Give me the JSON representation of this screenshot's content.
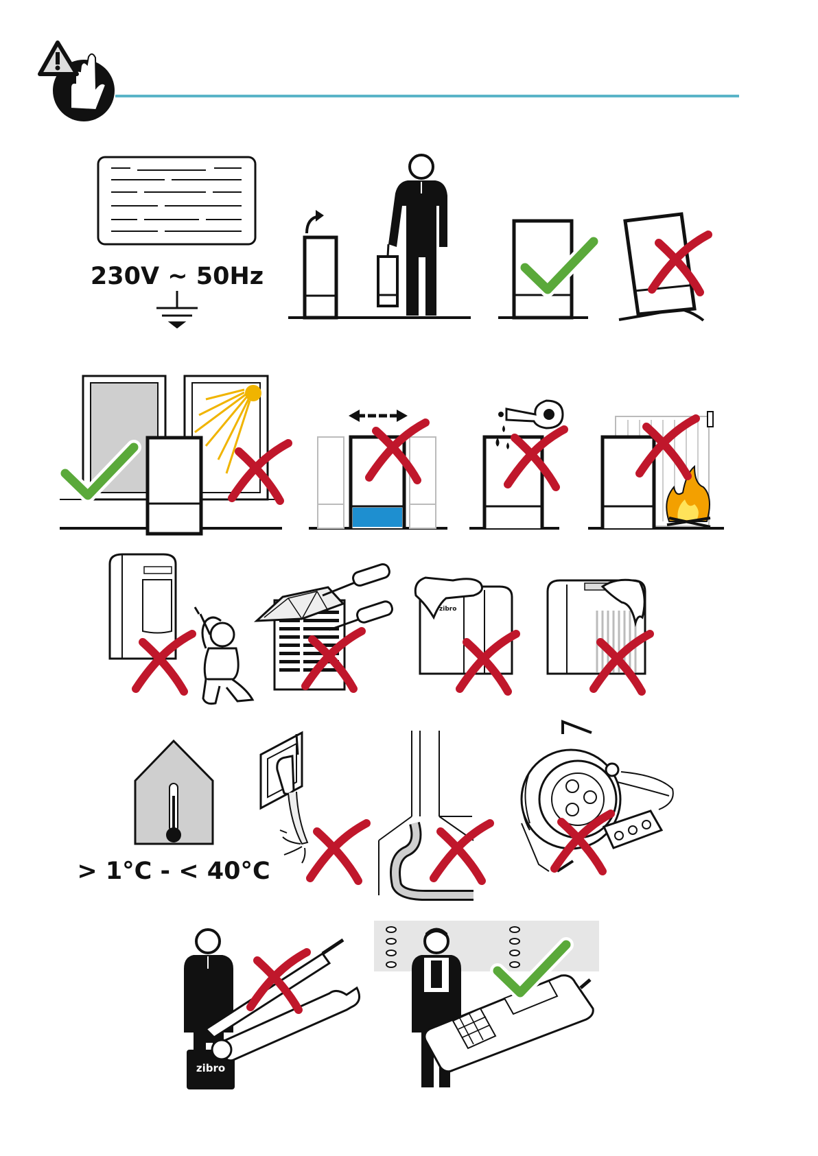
{
  "header": {
    "warning_icon": "warning-hand-icon",
    "rule_color": "#5ab4c8"
  },
  "labels": {
    "voltage": "230V ~ 50Hz",
    "temperature": "> 1°C - < 40°C",
    "brand_on_box": "zibro"
  },
  "colors": {
    "cross": "#c0172b",
    "check": "#5aa93a",
    "sun": "#f0b400",
    "water": "#1e8fd0",
    "fire": "#f3a000",
    "panel_gray": "#d9d9d9"
  },
  "icons": [
    "rating-plate-icon",
    "earth-ground-icon",
    "transport-upright-icon",
    "level-floor-ok-icon",
    "uneven-floor-not-allowed-icon",
    "window-shade-ok-icon",
    "sunlight-not-allowed-icon",
    "no-move-when-water-icon",
    "no-chemicals-icon",
    "no-heat-source-icon",
    "no-children-icon",
    "no-objects-in-grille-icon",
    "no-cover-top-icon",
    "no-cover-side-icon",
    "ambient-temperature-icon",
    "no-damaged-plug-icon",
    "no-cable-under-object-icon",
    "no-extension-cord-icon",
    "no-self-repair-icon",
    "call-service-ok-icon"
  ]
}
